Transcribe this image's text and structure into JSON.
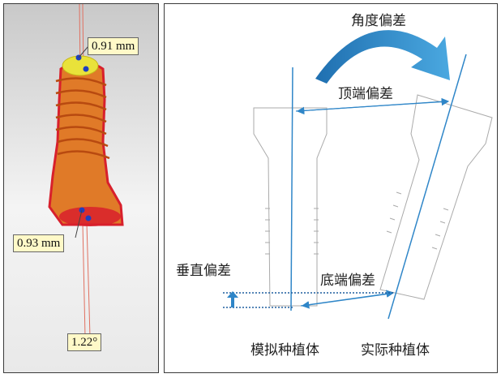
{
  "left_scan": {
    "top_label": "0.91 mm",
    "bottom_label": "0.93 mm",
    "angle_label": "1.22°"
  },
  "schematic": {
    "angle_deviation": "角度偏差",
    "top_deviation": "顶端偏差",
    "vertical_deviation": "垂直偏差",
    "bottom_deviation": "底端偏差",
    "virtual_implant": "模拟种植体",
    "actual_implant": "实际种植体"
  },
  "colors": {
    "implant_fill": "#e07a28",
    "implant_edge": "#d8202c",
    "top_cap": "#e9e23a",
    "marker": "#1f3fbf",
    "deviation_blue": "#2f86c8",
    "outline_gray": "#aaaaaa"
  }
}
